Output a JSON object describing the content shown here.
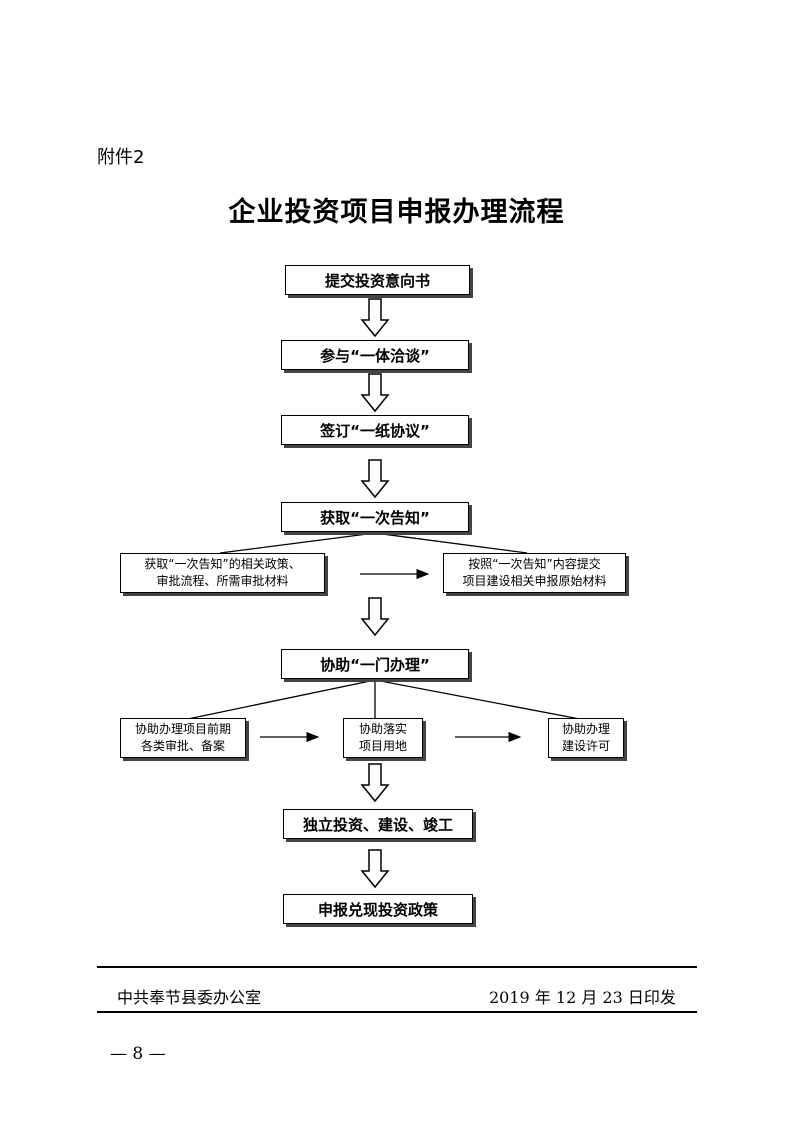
{
  "header": {
    "attachment_label": "附件2"
  },
  "title": "企业投资项目申报办理流程",
  "flow": {
    "step1": "提交投资意向书",
    "step2": "参与“一体洽谈”",
    "step3": "签订“一纸协议”",
    "step4": "获取“一次告知”",
    "step4_left_line1": "获取“一次告知”的相关政策、",
    "step4_left_line2": "审批流程、所需审批材料",
    "step4_right_line1": "按照“一次告知”内容提交",
    "step4_right_line2": "项目建设相关申报原始材料",
    "step5": "协助“一门办理”",
    "step5_left_line1": "协助办理项目前期",
    "step5_left_line2": "各类审批、备案",
    "step5_mid_line1": "协助落实",
    "step5_mid_line2": "项目用地",
    "step5_right_line1": "协助办理",
    "step5_right_line2": "建设许可",
    "step6": "独立投资、建设、竣工",
    "step7": "申报兑现投资政策"
  },
  "footer": {
    "issuer": "中共奉节县委办公室",
    "date": "2019 年 12 月 23 日印发",
    "page_number": "— 8 —"
  }
}
